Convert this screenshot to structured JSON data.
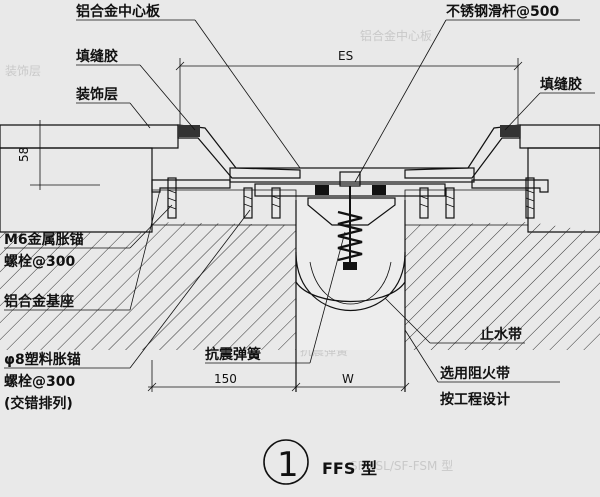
{
  "labels": {
    "center_plate": "铝合金中心板",
    "slide_rod": "不锈钢滑杆@500",
    "sealant_left": "填缝胶",
    "sealant_right": "填缝胶",
    "finish_layer": "装饰层",
    "anchor_m6_line1": "M6金属胀锚",
    "anchor_m6_line2": "螺栓@300",
    "base": "铝合金基座",
    "anchor_p8_line1": "φ8塑料胀锚",
    "anchor_p8_line2": "螺栓@300",
    "anchor_p8_line3": "(交错排列)",
    "spring": "抗震弹簧",
    "waterstop": "止水带",
    "fire_line1": "选用阻火带",
    "fire_line2": "按工程设计"
  },
  "dimensions": {
    "es": "ES",
    "depth": "58",
    "width_150": "150",
    "w": "W"
  },
  "caption": {
    "number": "1",
    "type": "FFS 型"
  },
  "colors": {
    "ink": "#111111",
    "background": "#e9e9e9",
    "concrete": "#d8d8d8",
    "metal": "#ffffff"
  }
}
